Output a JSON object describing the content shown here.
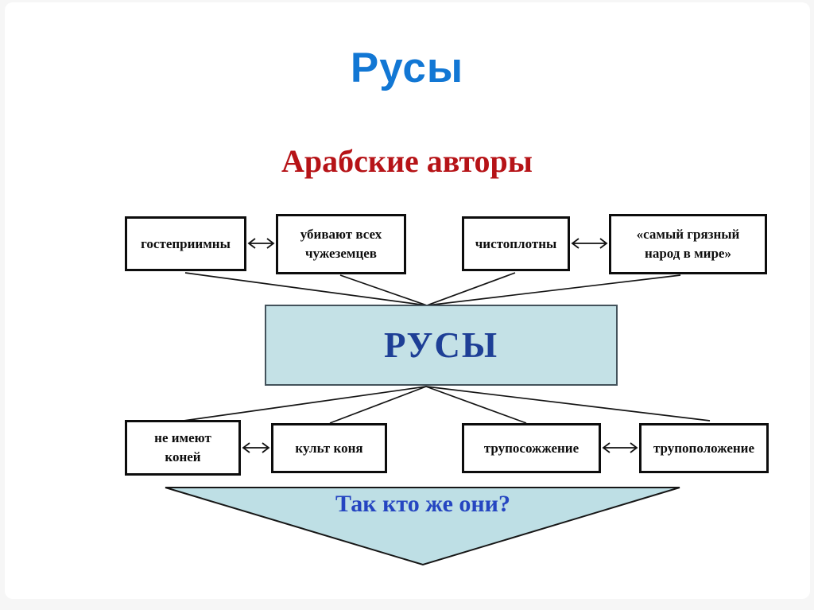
{
  "title": "Русы",
  "subtitle": "Арабские авторы",
  "diagram": {
    "central_label": "РУСЫ",
    "top_boxes": [
      {
        "label": "гостеприимны"
      },
      {
        "label": "убивают всех чужеземцев"
      },
      {
        "label": "чистоплотны"
      },
      {
        "label": "«самый грязный народ в мире»"
      }
    ],
    "bottom_boxes": [
      {
        "label": "не имеют коней"
      },
      {
        "label": "культ коня"
      },
      {
        "label": "трупосожжение"
      },
      {
        "label": "трупоположение"
      }
    ],
    "question": "Так кто же они?"
  },
  "colors": {
    "title_blue": "#1277d4",
    "subtitle_red": "#b61317",
    "central_text_blue": "#1e3f96",
    "central_box_fill": "#c4e1e6",
    "triangle_fill": "#bedfe5",
    "question_blue": "#2545c1",
    "box_border": "#0d0d0d",
    "line_color": "#141414"
  }
}
